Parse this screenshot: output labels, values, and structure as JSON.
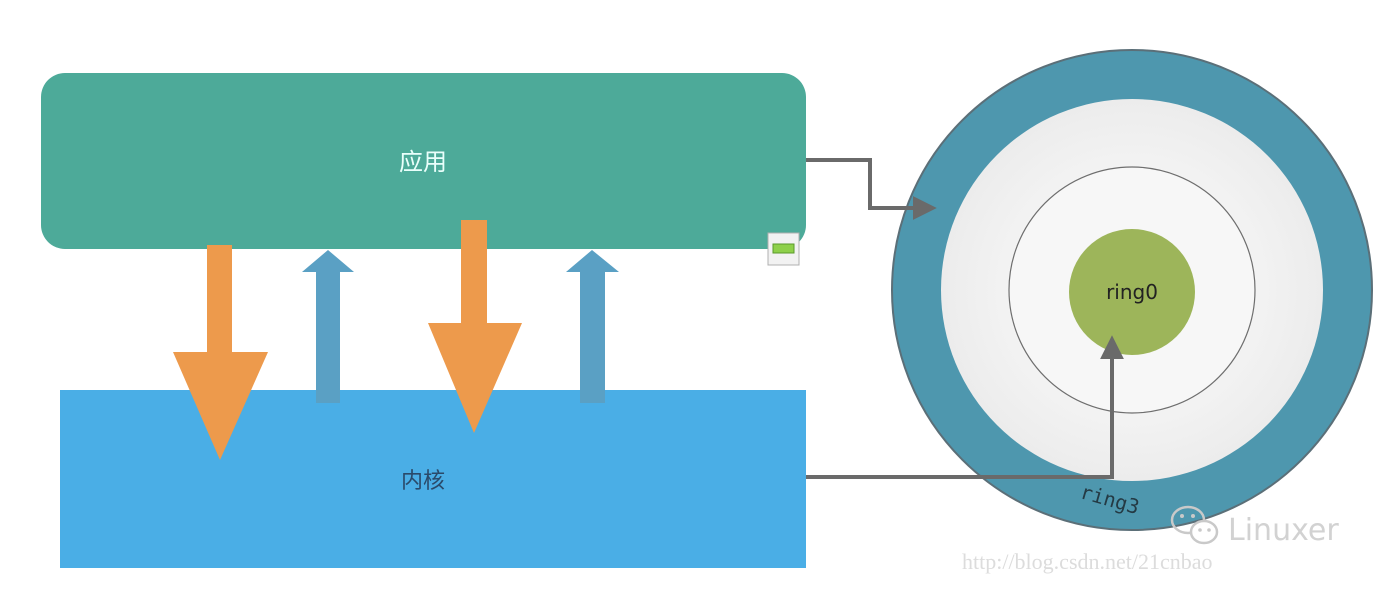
{
  "diagram": {
    "app_label": "应用",
    "kernel_label": "内核",
    "inner_ring_label": "ring0",
    "outer_ring_label": "ring3"
  },
  "watermark": {
    "brand": "Linuxer",
    "brand_icon": "wechat-icon",
    "url": "http://blog.csdn.net/21cnbao"
  },
  "colors": {
    "app_box": "#4daa99",
    "app_text": "#e9fffb",
    "kernel_box": "#4aaee6",
    "kernel_text": "#2a4a6a",
    "syscall_arrow": "#ed9a4c",
    "return_arrow": "#5aa0c4",
    "outer_ring": "#4e97ae",
    "ring0": "#9db55a",
    "connector": "#6a6a6a"
  }
}
